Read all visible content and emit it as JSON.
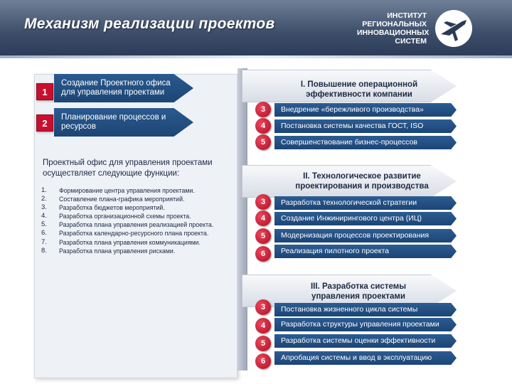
{
  "header": {
    "title": "Механизм реализации проектов",
    "logo_lines": [
      "ИНСТИТУТ",
      "РЕГИОНАЛЬНЫХ",
      "ИННОВАЦИОННЫХ",
      "СИСТЕМ"
    ],
    "colors": {
      "header_dark": "#2a3a56",
      "accent_red": "#c8102e",
      "bar_blue": "#1d4575"
    }
  },
  "left": {
    "steps": [
      {
        "number": "1",
        "text": "Создание Проектного офиса для управления проектами"
      },
      {
        "number": "2",
        "text": "Планирование процессов и ресурсов"
      }
    ],
    "heading": "Проектный офис для управления проектами осуществляет следующие функции:",
    "functions": [
      {
        "n": "1.",
        "text": "Формирование центра управления проектами."
      },
      {
        "n": "2.",
        "text": "Составление плана-графика мероприятий."
      },
      {
        "n": "3.",
        "text": "Разработка бюджетов мероприятий."
      },
      {
        "n": "4.",
        "text": "Разработка организационной схемы проекта."
      },
      {
        "n": "5.",
        "text": "Разработка плана управления реализацией проекта."
      },
      {
        "n": "6.",
        "text": "Разработка календарно-ресурсного плана проекта."
      },
      {
        "n": "7.",
        "text": "Разработка плана управления коммуникациями."
      },
      {
        "n": "8.",
        "text": "Разработка плана управления рисками."
      }
    ]
  },
  "blocks": [
    {
      "title": "I. Повышение операционной эффективности компании",
      "items": [
        {
          "n": "3",
          "text": "Внедрение «бережливого производства»"
        },
        {
          "n": "4",
          "text": "Постановка системы качества ГОСТ, ISO"
        },
        {
          "n": "5",
          "text": "Совершенствование бизнес-процессов"
        }
      ]
    },
    {
      "title": "II. Технологическое развитие проектирования и производства",
      "items": [
        {
          "n": "3",
          "text": "Разработка технологической стратегии"
        },
        {
          "n": "4",
          "text": "Создание Инжинирингового центра (ИЦ)"
        },
        {
          "n": "5",
          "text": "Модернизация процессов проектирования"
        },
        {
          "n": "6",
          "text": "Реализация пилотного проекта"
        }
      ]
    },
    {
      "title": "III. Разработка системы управления проектами",
      "items": [
        {
          "n": "3",
          "text": "Постановка жизненного цикла системы"
        },
        {
          "n": "4",
          "text": "Разработка структуры управления проектами"
        },
        {
          "n": "5",
          "text": "Разработка системы оценки эффективности"
        },
        {
          "n": "6",
          "text": "Апробация системы и ввод в эксплуатацию"
        }
      ]
    }
  ]
}
